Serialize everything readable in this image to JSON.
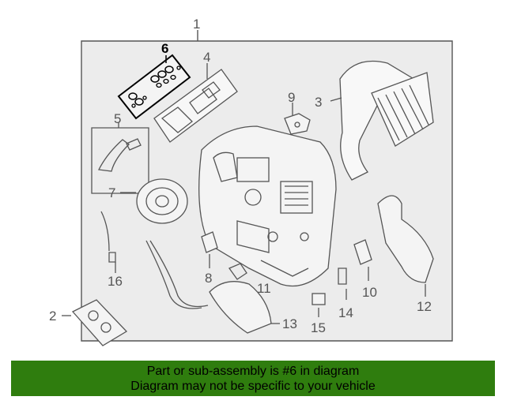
{
  "diagram": {
    "callouts": {
      "c1": "1",
      "c2": "2",
      "c3": "3",
      "c4": "4",
      "c5": "5",
      "c6": "6",
      "c7": "7",
      "c8": "8",
      "c9": "9",
      "c10": "10",
      "c11": "11",
      "c12": "12",
      "c13": "13",
      "c14": "14",
      "c15": "15",
      "c16": "16"
    },
    "highlighted_part": "6",
    "colors": {
      "line": "#555555",
      "highlight": "#000000",
      "frame_fill": "#ececec"
    }
  },
  "banner": {
    "line1": "Part or sub-assembly is #6 in diagram",
    "line2": "Diagram may not be specific to your vehicle",
    "background": "#2f7d0e"
  }
}
